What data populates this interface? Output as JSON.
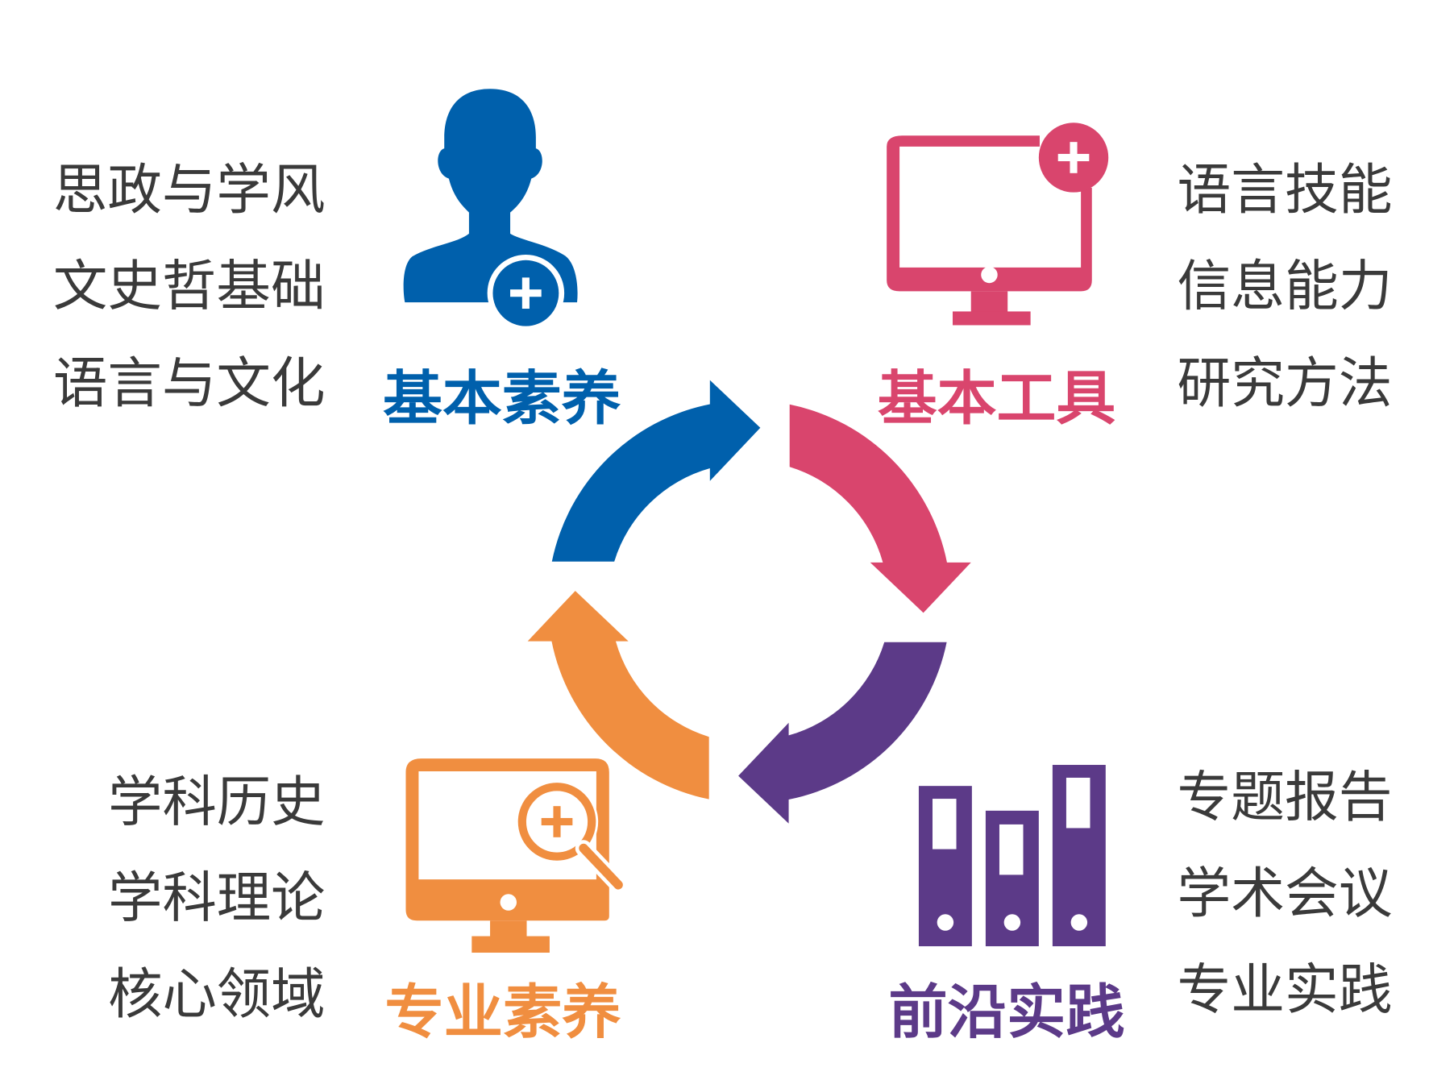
{
  "colors": {
    "blue": "#0060ac",
    "pink": "#d9456d",
    "purple": "#5c3a88",
    "orange": "#f08e40",
    "text": "#3a3a3a"
  },
  "quadrants": {
    "basic_literacy": {
      "label": "基本素养",
      "items": [
        "思政与学风",
        "文史哲基础",
        "语言与文化"
      ],
      "icon": "person-plus-icon"
    },
    "basic_tools": {
      "label": "基本工具",
      "items": [
        "语言技能",
        "信息能力",
        "研究方法"
      ],
      "icon": "monitor-plus-icon"
    },
    "professional_literacy": {
      "label": "专业素养",
      "items": [
        "学科历史",
        "学科理论",
        "核心领域"
      ],
      "icon": "monitor-search-icon"
    },
    "frontier_practice": {
      "label": "前沿实践",
      "items": [
        "专题报告",
        "学术会议",
        "专业实践"
      ],
      "icon": "binders-icon"
    }
  }
}
